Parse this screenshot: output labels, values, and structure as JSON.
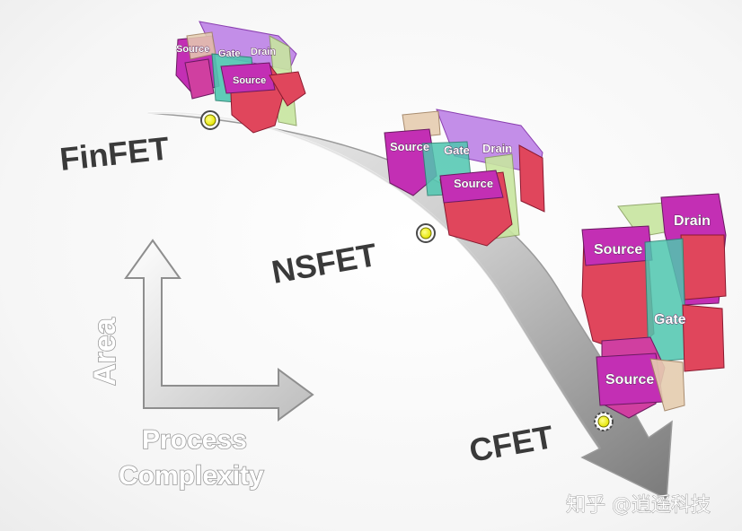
{
  "technologies": [
    {
      "name": "FinFET",
      "labels": {
        "source_top": "Source",
        "gate": "Gate",
        "drain": "Drain",
        "source_bottom": "Source"
      }
    },
    {
      "name": "NSFET",
      "labels": {
        "source_top": "Source",
        "gate": "Gate",
        "drain": "Drain",
        "source_bottom": "Source"
      }
    },
    {
      "name": "CFET",
      "labels": {
        "source_top": "Source",
        "drain": "Drain",
        "gate": "Gate",
        "source_bottom": "Source"
      }
    }
  ],
  "axes": {
    "vertical": "Area",
    "horizontal_line1": "Process",
    "horizontal_line2": "Complexity"
  },
  "watermark": "知乎 @逍遥科技",
  "colors": {
    "magenta": "#c32fb4",
    "purple_light": "#c38ee8",
    "red": "#e0465c",
    "green_light": "#c8e6a0",
    "tan": "#e6cdb0",
    "teal": "#4fc7b0",
    "arrow_gray": "#8c8c8c",
    "marker_yellow": "#f2f20a"
  }
}
